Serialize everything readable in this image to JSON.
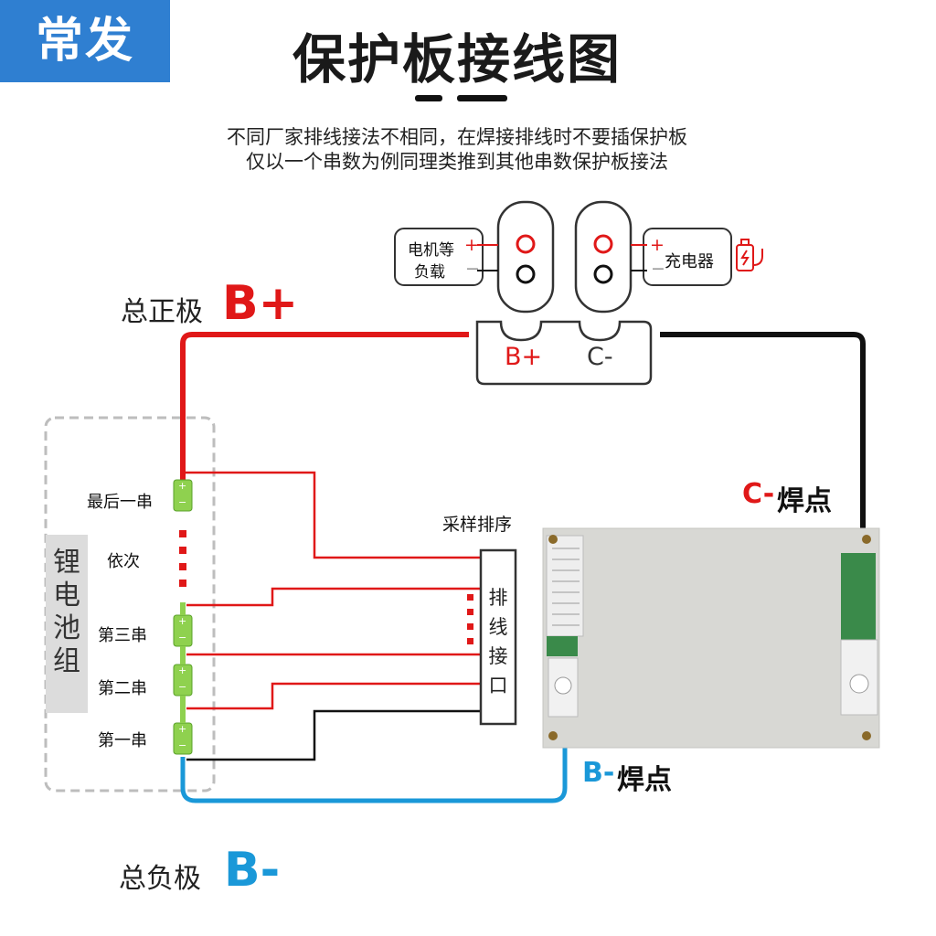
{
  "brand": "常发",
  "title": "保护板接线图",
  "notes": [
    "不同厂家排线接法不相同，在焊接排线时不要插保护板",
    "仅以一个串数为例同理类推到其他串数保护板接法"
  ],
  "load_box": {
    "line1": "电机等",
    "line2": "负载",
    "plus": "+",
    "minus": "−"
  },
  "charger_box": {
    "label": "充电器",
    "plus": "+",
    "minus": "−"
  },
  "terminals": {
    "b_plus": "B+",
    "c_minus": "C-"
  },
  "total_positive": {
    "label": "总正极",
    "symbol": "B+"
  },
  "total_negative": {
    "label": "总负极",
    "symbol": "B-"
  },
  "battery_pack_label": "锂电池组",
  "cells": {
    "last": "最后一串",
    "sequence": "依次",
    "third": "第三串",
    "second": "第二串",
    "first": "第一串",
    "plus": "+",
    "minus": "−"
  },
  "sampling": {
    "title": "采样排序",
    "connector": "排线接口"
  },
  "solder": {
    "c_minus": {
      "prefix": "C-",
      "text": "焊点"
    },
    "b_minus": {
      "prefix": "B-",
      "text": "焊点"
    }
  },
  "colors": {
    "brand": "#2f7fd1",
    "positive": "#e01818",
    "negative_c": "#111111",
    "negative_b": "#1a98d8",
    "cell": "#8fd14f"
  }
}
